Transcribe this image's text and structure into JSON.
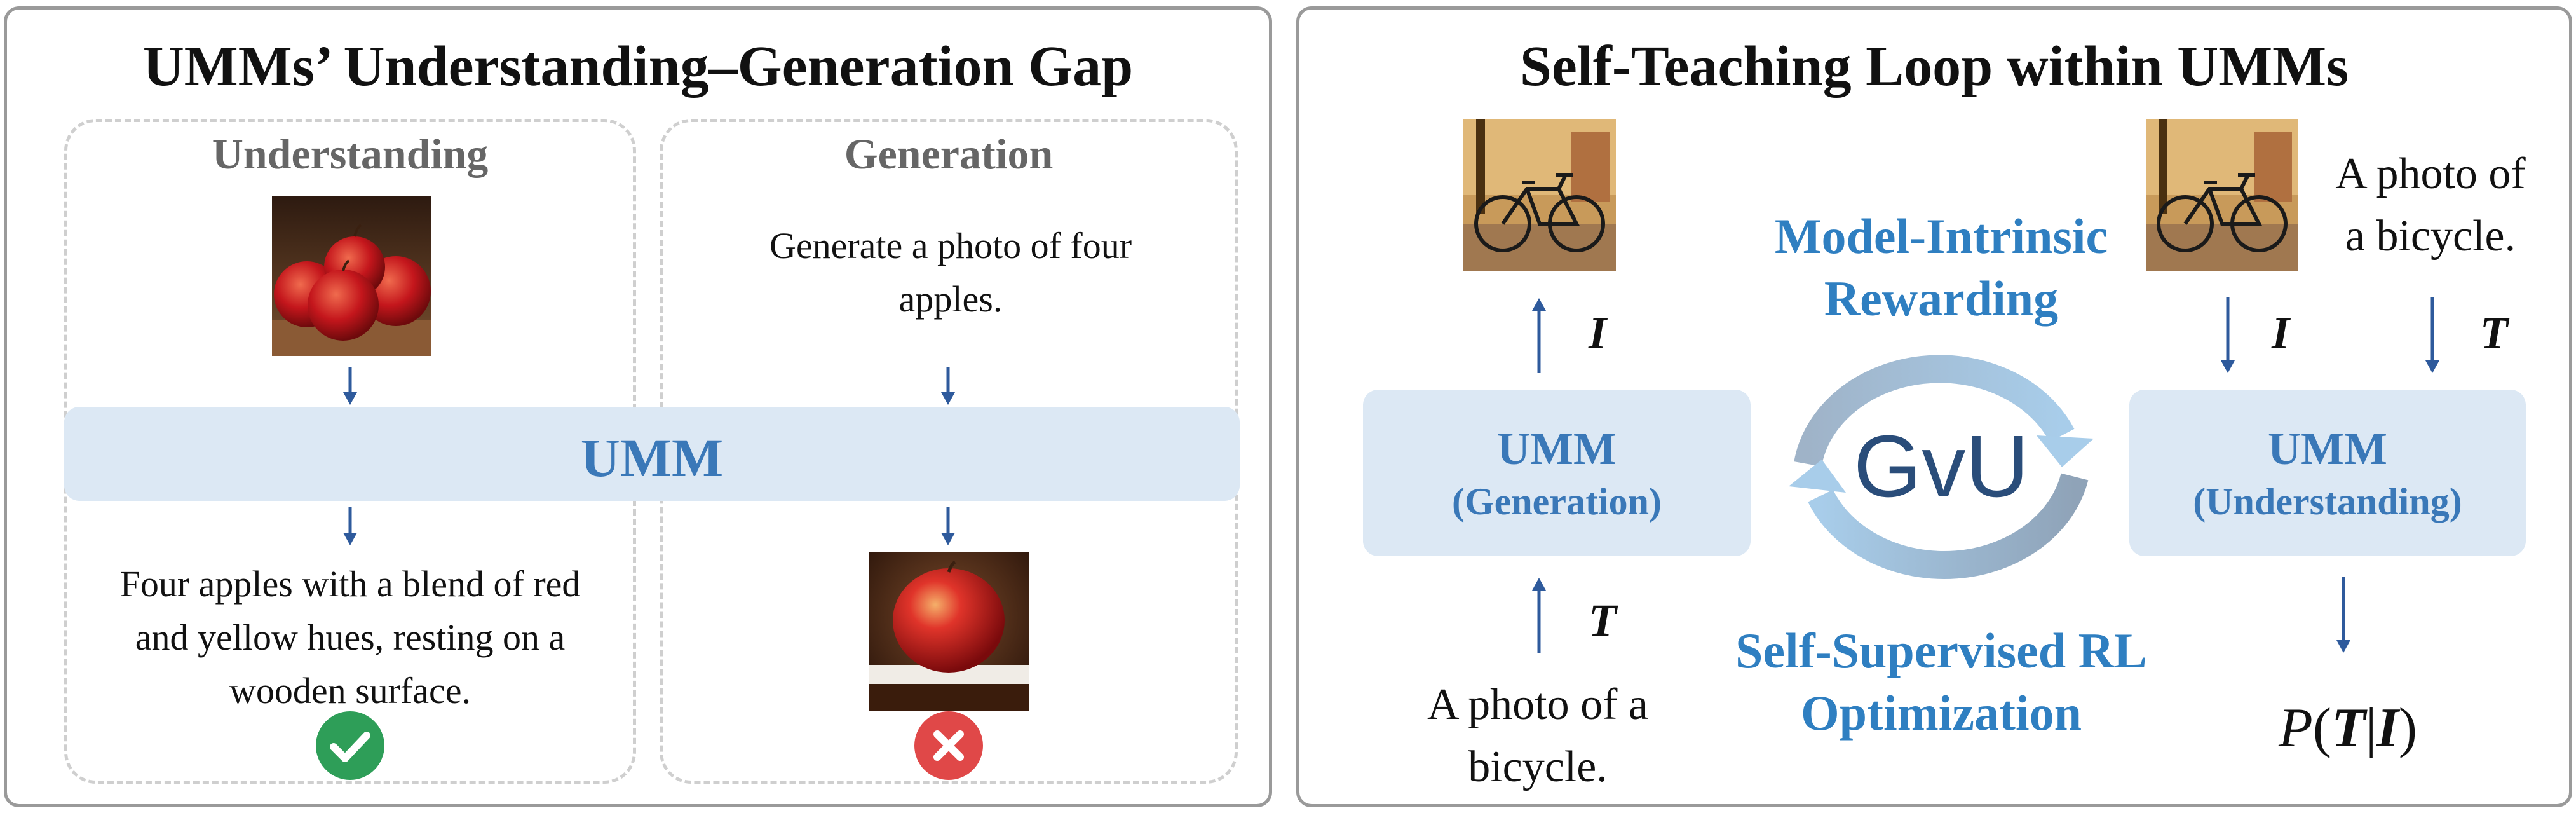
{
  "left_panel": {
    "title": "UMMs’ Understanding–Generation Gap",
    "understanding": {
      "heading": "Understanding",
      "output_text": "Four apples with a blend of red and yellow hues, resting on a wooden surface.",
      "result": "correct"
    },
    "generation": {
      "heading": "Generation",
      "prompt_text": "Generate a photo of four apples.",
      "result": "incorrect"
    },
    "model_label": "UMM"
  },
  "right_panel": {
    "title": "Self-Teaching Loop within UMMs",
    "gen_box": {
      "line1": "UMM",
      "line2": "(Generation)"
    },
    "und_box": {
      "line1": "UMM",
      "line2": "(Understanding)"
    },
    "center_label": "GvU",
    "top_label": "Model-Intrinsic Rewarding",
    "bottom_label": "Self-Supervised RL Optimization",
    "gen_input_text": "A photo of a bicycle.",
    "und_input_text": "A photo of a bicycle.",
    "var_I": "I",
    "var_T": "T",
    "formula": {
      "P": "P",
      "open": "(",
      "T": "T",
      "bar": "|",
      "I": "I",
      "close": ")"
    }
  },
  "colors": {
    "band": "#dce8f4",
    "umm_text": "#3a78b8",
    "blue_label": "#2f7fc1",
    "arrow": "#2e5a9c",
    "check": "#2e9e58",
    "cross": "#e04848"
  }
}
